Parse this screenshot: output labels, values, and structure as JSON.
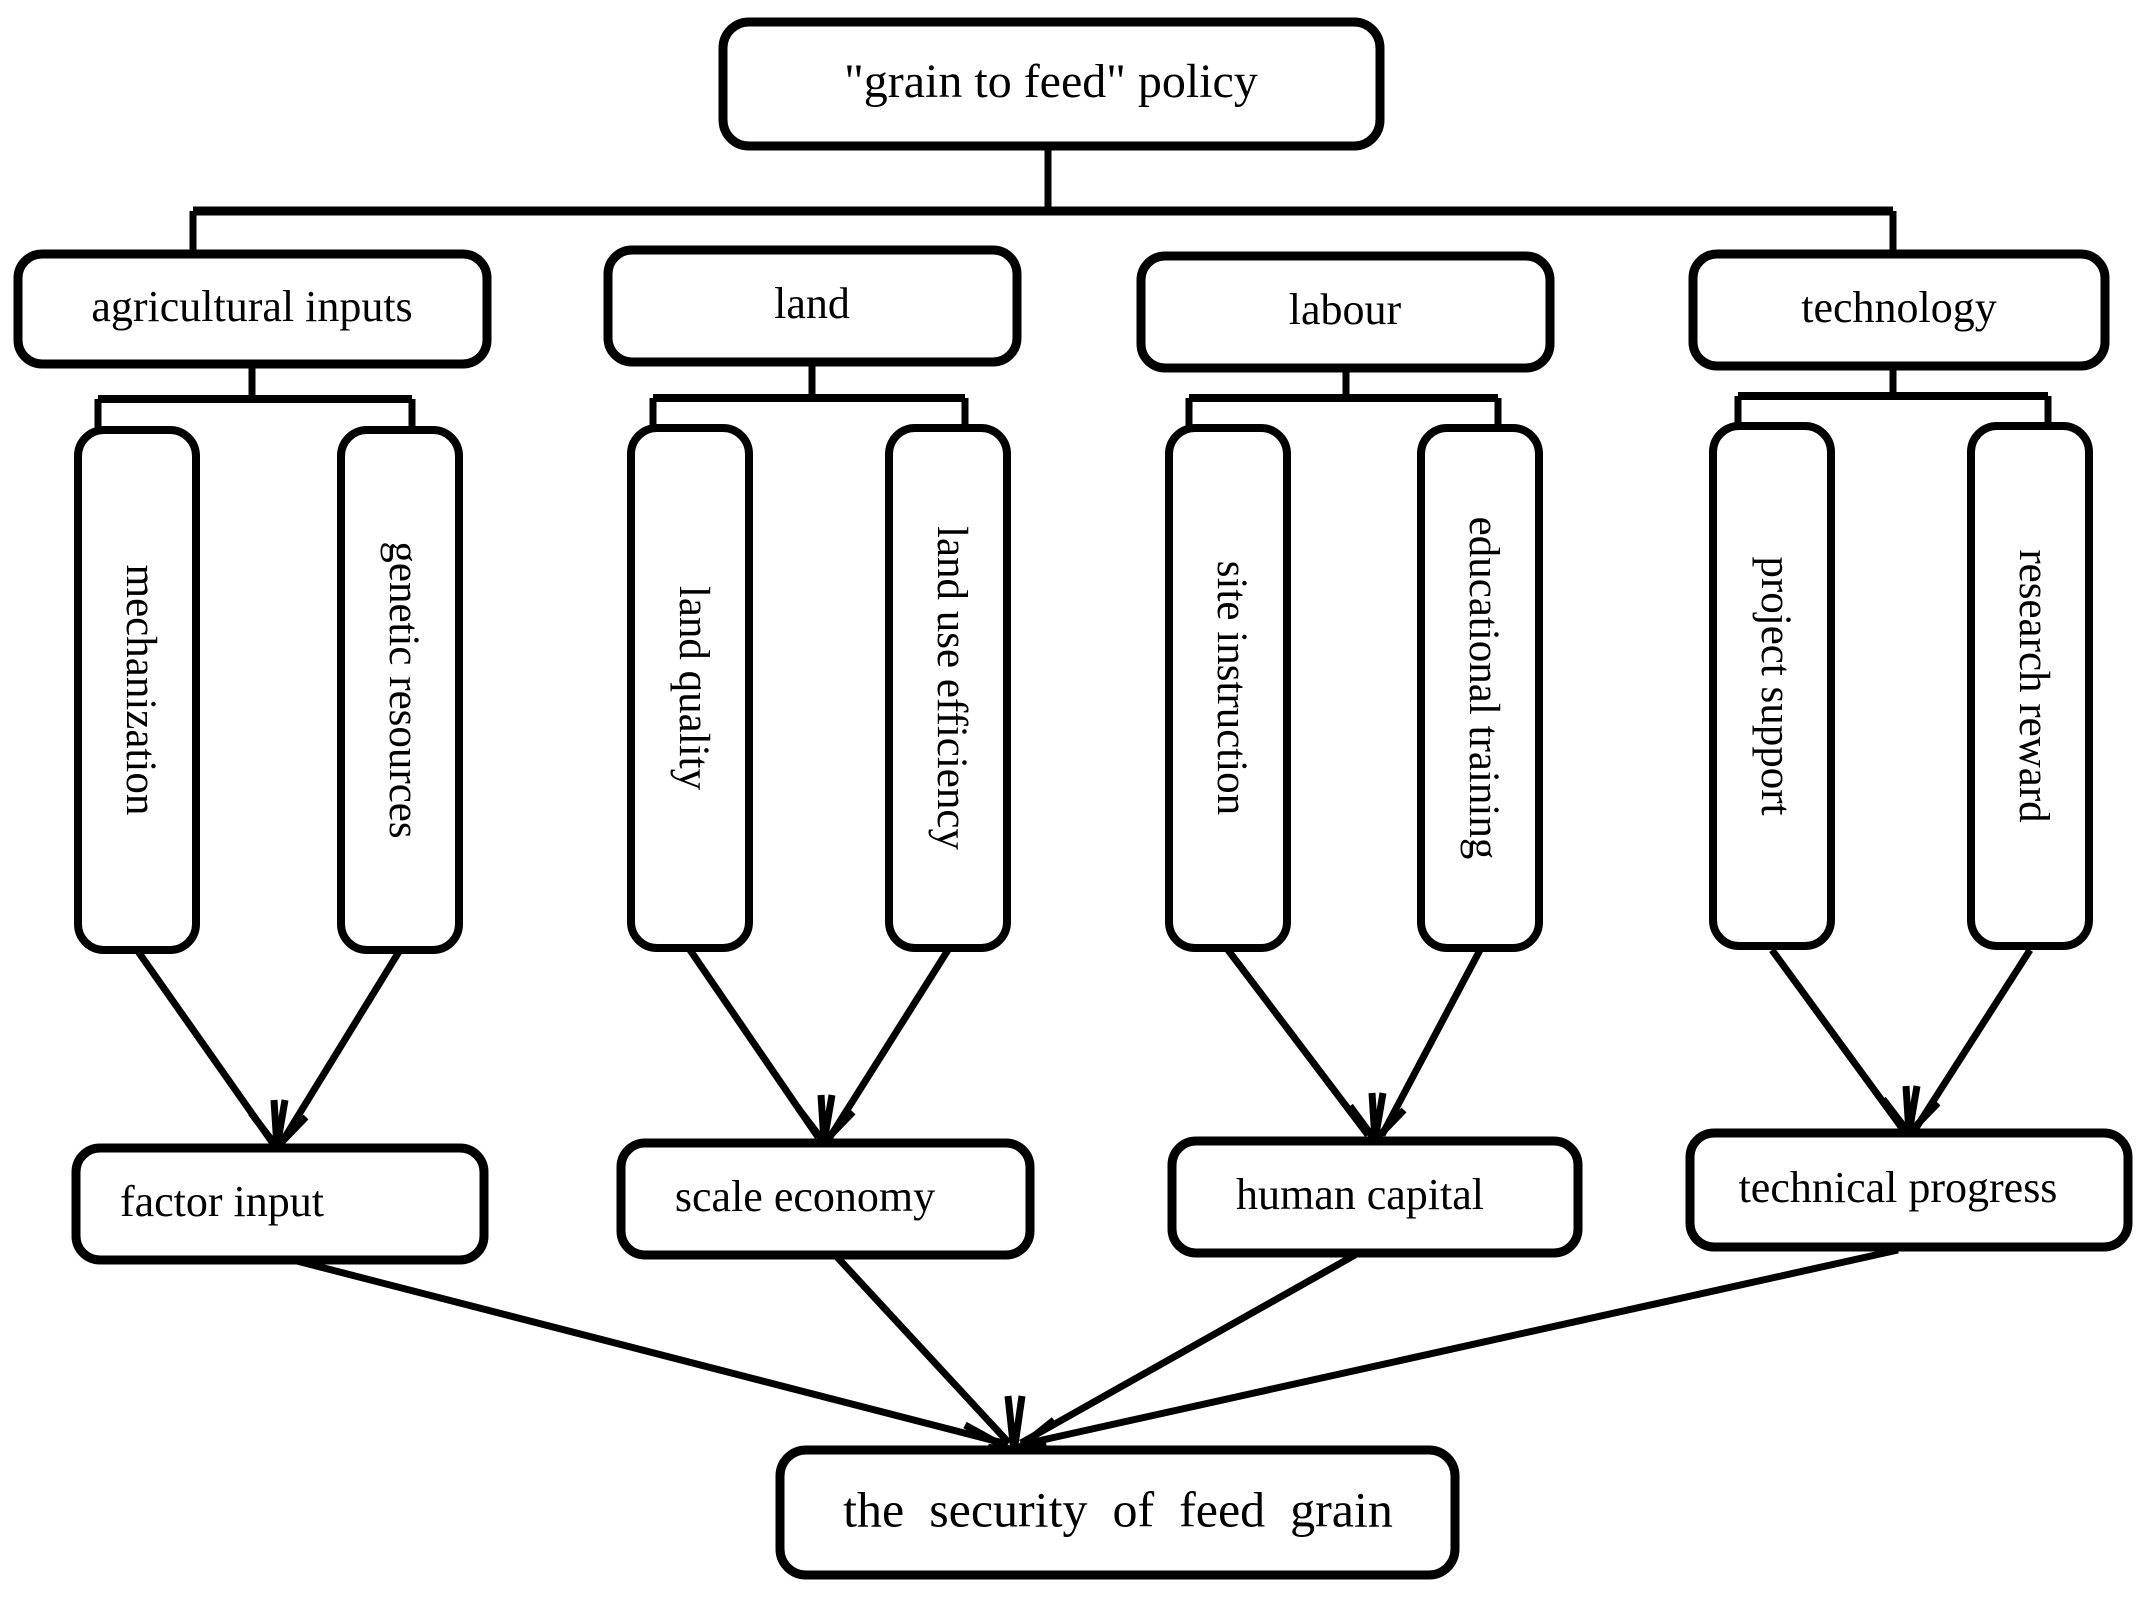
{
  "diagram": {
    "title": "\"grain to feed\" policy framework",
    "type": "hierarchy-flowchart",
    "background_color": "#ffffff",
    "stroke_color": "#000000",
    "fill_color": "#ffffff",
    "root": {
      "id": "policy",
      "label": "\"grain to feed\" policy"
    },
    "categories": [
      {
        "id": "agricultural-inputs",
        "label": "agricultural inputs"
      },
      {
        "id": "land",
        "label": "land"
      },
      {
        "id": "labour",
        "label": "labour"
      },
      {
        "id": "technology",
        "label": "technology"
      }
    ],
    "factors": [
      {
        "id": "mechanization",
        "label": "mechanization",
        "parent": "agricultural-inputs"
      },
      {
        "id": "genetic-resources",
        "label": "genetic resources",
        "parent": "agricultural-inputs"
      },
      {
        "id": "land-quality",
        "label": "land quality",
        "parent": "land"
      },
      {
        "id": "land-use-efficiency",
        "label": "land use efficiency",
        "parent": "land"
      },
      {
        "id": "site-instruction",
        "label": "site instruction",
        "parent": "labour"
      },
      {
        "id": "educational-training",
        "label": "educational training",
        "parent": "labour"
      },
      {
        "id": "project-support",
        "label": "project support",
        "parent": "technology"
      },
      {
        "id": "research-reward",
        "label": "research reward",
        "parent": "technology"
      }
    ],
    "outcomes": [
      {
        "id": "factor-input",
        "label": "factor input",
        "parent": "agricultural-inputs"
      },
      {
        "id": "scale-economy",
        "label": "scale economy",
        "parent": "land"
      },
      {
        "id": "human-capital",
        "label": "human capital",
        "parent": "labour"
      },
      {
        "id": "technical-progress",
        "label": "technical progress",
        "parent": "technology"
      }
    ],
    "goal": {
      "id": "feed-grain-security",
      "label": "the  security  of  feed  grain"
    }
  }
}
